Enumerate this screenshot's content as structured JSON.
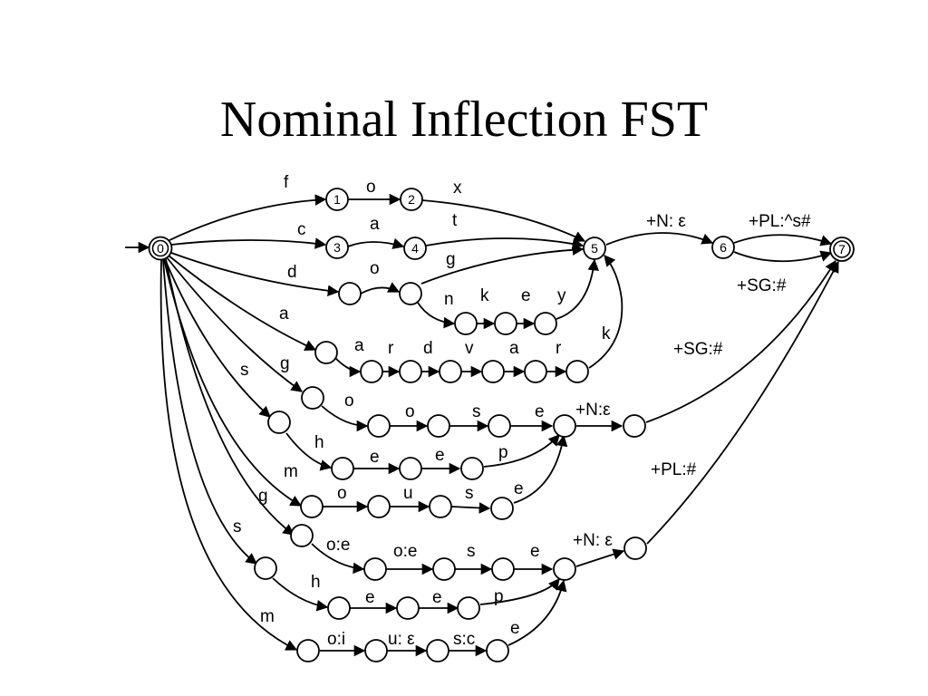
{
  "title": "Nominal Inflection FST",
  "diagram": {
    "node_ids": {
      "n0": "0",
      "n1": "1",
      "n2": "2",
      "n3": "3",
      "n4": "4",
      "n5": "5",
      "n6": "6",
      "n7": "7"
    },
    "labels": {
      "f": "f",
      "o_fox": "o",
      "x": "x",
      "c": "c",
      "a_cat": "a",
      "t": "t",
      "d": "d",
      "o_dog": "o",
      "g_dog": "g",
      "n": "n",
      "k_key": "k",
      "e_key": "e",
      "y": "y",
      "a_aard": "a",
      "a2": "a",
      "r1": "r",
      "d2": "d",
      "v": "v",
      "a3": "a",
      "r2": "r",
      "k_final": "k",
      "N_eps1": "+N: ε",
      "PL_s": "+PL:^s#",
      "SG1": "+SG:#",
      "g_goose": "g",
      "o_goose1": "o",
      "o_goose2": "o",
      "s_goose": "s",
      "e_goose": "e",
      "N_eps2": "+N:ε",
      "SG2": "+SG:#",
      "s_sheep": "s",
      "h_sheep": "h",
      "e_sheep1": "e",
      "e_sheep2": "e",
      "p_sheep": "p",
      "m_mouse": "m",
      "o_mouse": "o",
      "u_mouse": "u",
      "s_mouse": "s",
      "e_mouse": "e",
      "PL2": "+PL:#",
      "g_geese": "g",
      "oe1": "o:e",
      "oe2": "o:e",
      "s_geese": "s",
      "e_geese": "e",
      "N_eps3": "+N: ε",
      "s_sheep2": "s",
      "h_sheep2": "h",
      "e_sheep3": "e",
      "e_sheep4": "e",
      "p_sheep2": "p",
      "m_mice": "m",
      "oi": "o:i",
      "ueps": "u: ε",
      "sc": "s:c",
      "e_mice": "e"
    }
  }
}
